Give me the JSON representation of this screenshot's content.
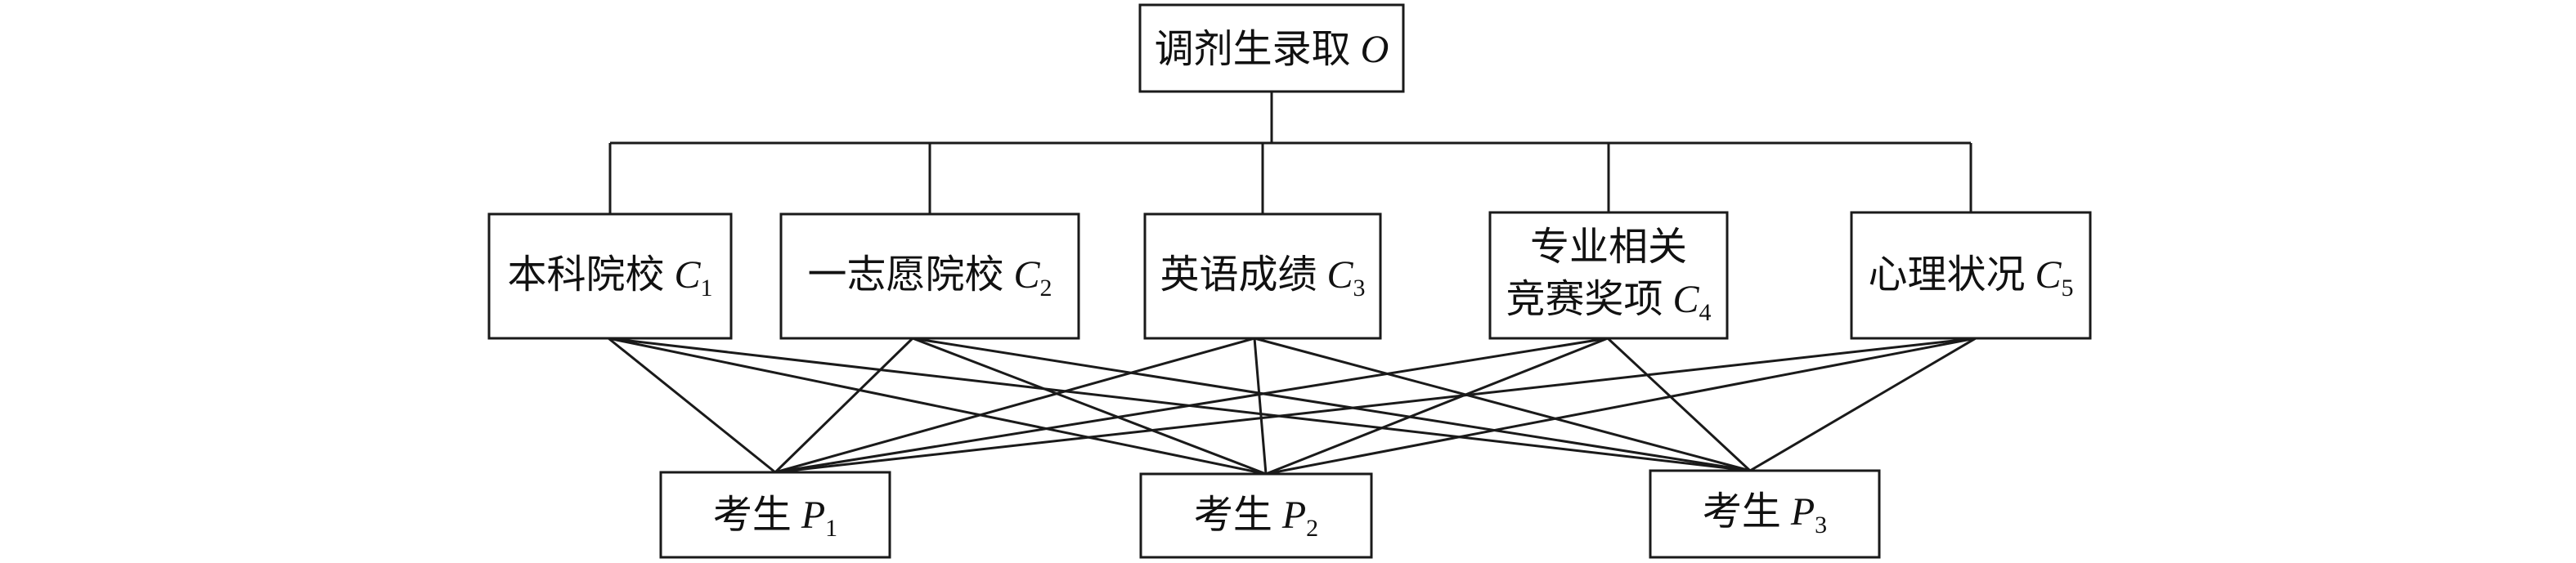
{
  "goal": {
    "text": "调剂生录取",
    "symbol": "O"
  },
  "criteria": [
    {
      "lines": [
        "本科院校"
      ],
      "symbol": "C",
      "sub": "1"
    },
    {
      "lines": [
        "一志愿院校"
      ],
      "symbol": "C",
      "sub": "2"
    },
    {
      "lines": [
        "英语成绩"
      ],
      "symbol": "C",
      "sub": "3"
    },
    {
      "lines": [
        "专业相关",
        "竞赛奖项"
      ],
      "symbol": "C",
      "sub": "4"
    },
    {
      "lines": [
        "心理状况"
      ],
      "symbol": "C",
      "sub": "5"
    }
  ],
  "alternatives": [
    {
      "text": "考生",
      "symbol": "P",
      "sub": "1"
    },
    {
      "text": "考生",
      "symbol": "P",
      "sub": "2"
    },
    {
      "text": "考生",
      "symbol": "P",
      "sub": "3"
    }
  ],
  "links": {
    "goal_to_criteria": [
      [
        0,
        0
      ],
      [
        0,
        1
      ],
      [
        0,
        2
      ],
      [
        0,
        3
      ],
      [
        0,
        4
      ]
    ],
    "criteria_to_alternatives": [
      [
        0,
        0
      ],
      [
        0,
        1
      ],
      [
        0,
        2
      ],
      [
        1,
        0
      ],
      [
        1,
        1
      ],
      [
        1,
        2
      ],
      [
        2,
        0
      ],
      [
        2,
        1
      ],
      [
        2,
        2
      ],
      [
        3,
        0
      ],
      [
        3,
        1
      ],
      [
        3,
        2
      ],
      [
        4,
        0
      ],
      [
        4,
        1
      ],
      [
        4,
        2
      ]
    ]
  },
  "colors": {
    "stroke": "#1a1a1a",
    "text": "#111111",
    "background": "#ffffff"
  }
}
